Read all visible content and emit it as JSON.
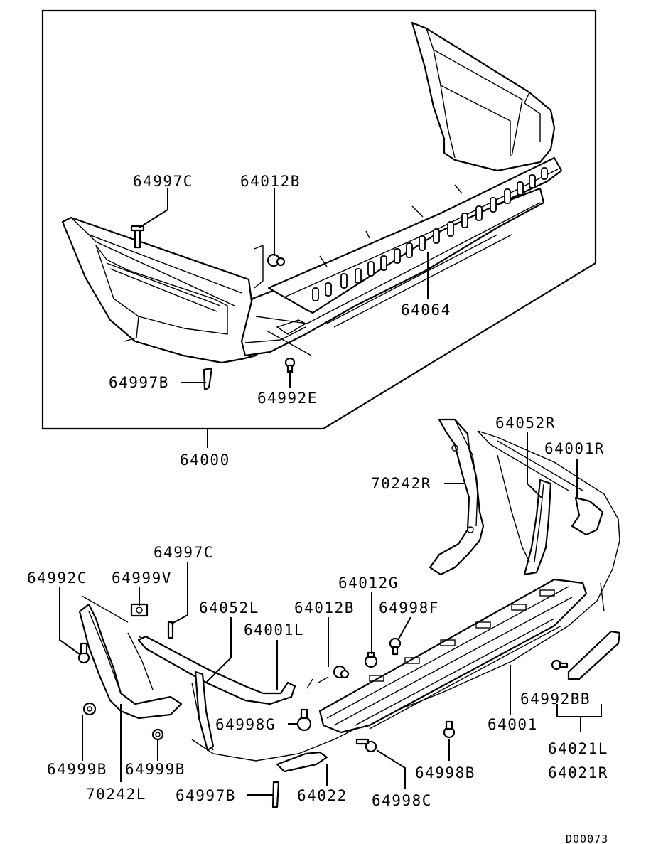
{
  "labels": {
    "p64997C_top": "64997C",
    "p64012B_top": "64012B",
    "p64064": "64064",
    "p64997B_top": "64997B",
    "p64992E": "64992E",
    "p64000": "64000",
    "p64052R": "64052R",
    "p64001R": "64001R",
    "p70242R": "70242R",
    "p64997C_bot": "64997C",
    "p64992C": "64992C",
    "p64999V": "64999V",
    "p64052L": "64052L",
    "p64012G": "64012G",
    "p64012B_bot": "64012B",
    "p64998F": "64998F",
    "p64001L": "64001L",
    "p64998G": "64998G",
    "p64992BB": "64992BB",
    "p64001": "64001",
    "p64021L": "64021L",
    "p64021R": "64021R",
    "p64999B_a": "64999B",
    "p64999B_b": "64999B",
    "p64998B": "64998B",
    "p70242L": "70242L",
    "p64997B_bot": "64997B",
    "p64022": "64022",
    "p64998C": "64998C",
    "diagram_code": "D00073"
  }
}
